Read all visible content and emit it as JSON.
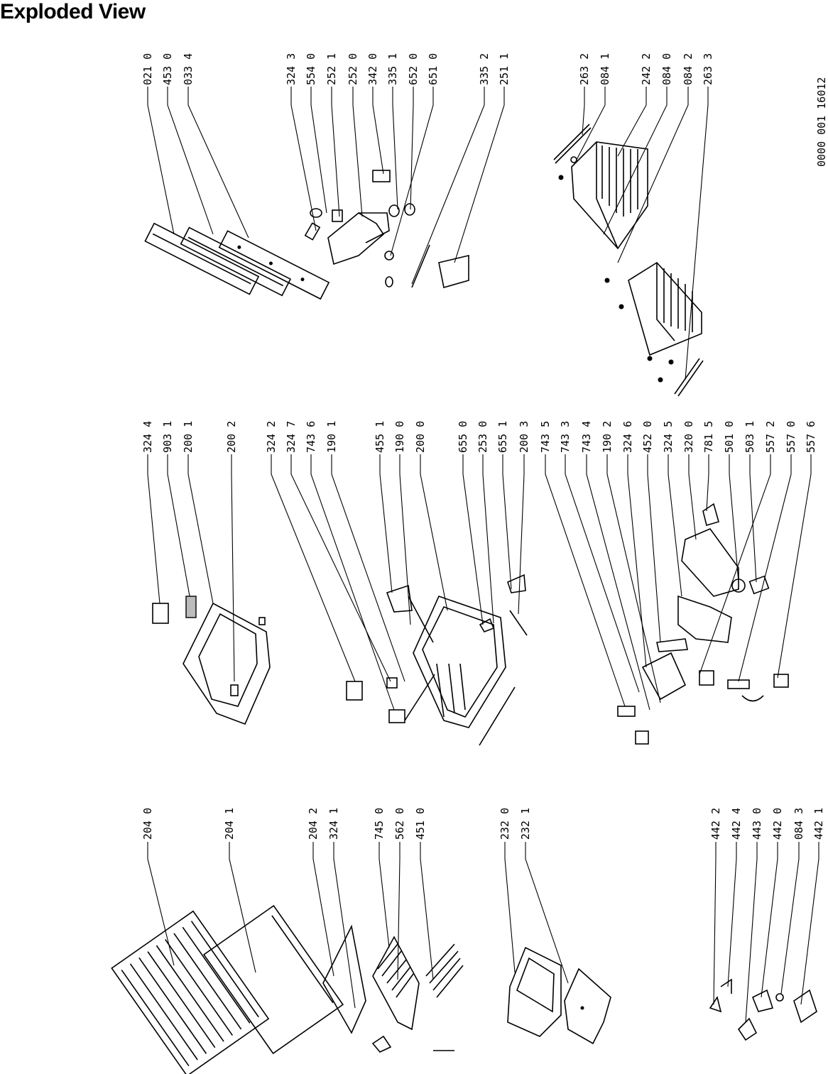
{
  "header": {
    "title": "Exploded View"
  },
  "drawing_code": "0000 001  16012",
  "callouts": {
    "column_top": [
      "021 0",
      "453 0",
      "033 4",
      "324 3",
      "554 0",
      "252 1",
      "252 0",
      "342 0",
      "335 1",
      "652 0",
      "651 0",
      "335 2",
      "251 1",
      "263 2",
      "084 1",
      "242 2",
      "084 0",
      "084 2",
      "263 3"
    ],
    "column_middle": [
      "324 4",
      "903 1",
      "200 1",
      "200 2",
      "324 2",
      "324 7",
      "743 6",
      "190 1",
      "455 1",
      "190 0",
      "200 0",
      "655 0",
      "253 0",
      "655 1",
      "200 3",
      "743 5",
      "743 3",
      "743 4",
      "190 2",
      "324 6",
      "452 0",
      "324 5",
      "320 0",
      "781 5",
      "501 0",
      "503 1",
      "557 2",
      "557 0",
      "557 6"
    ],
    "column_bottom": [
      "204 0",
      "204 1",
      "204 2",
      "324 1",
      "745 0",
      "562 0",
      "451 0",
      "232 0",
      "232 1",
      "442 2",
      "442 4",
      "443 0",
      "442 0",
      "084 3",
      "442 1"
    ]
  }
}
